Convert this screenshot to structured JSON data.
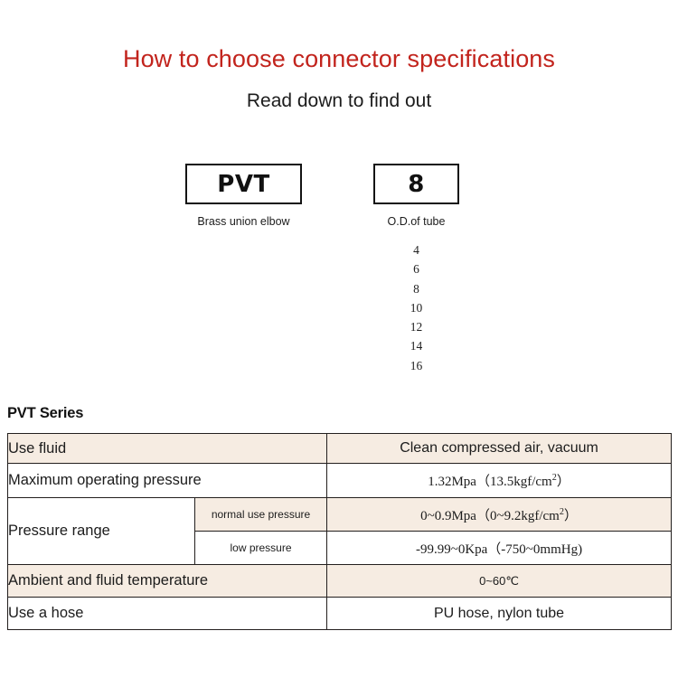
{
  "header": {
    "title": "How to choose connector specifications",
    "subtitle": "Read down to find out",
    "title_color": "#c2241d"
  },
  "selector": {
    "series": {
      "code": "PVT",
      "caption": "Brass union elbow"
    },
    "size": {
      "code": "8",
      "caption": "O.D.of tube",
      "options": [
        "4",
        "6",
        "8",
        "10",
        "12",
        "14",
        "16"
      ]
    }
  },
  "spec": {
    "heading": "PVT Series",
    "tint_color": "#f6ece2",
    "rows": [
      {
        "label": "Use fluid",
        "value": "Clean compressed air, vacuum"
      },
      {
        "label": "Maximum operating pressure",
        "value_prefix": "1.32Mpa（13.5kgf/cm",
        "value_sup": "2",
        "value_suffix": "）"
      },
      {
        "label": "Pressure range",
        "sub_rows": [
          {
            "sublabel": "normal use pressure",
            "value_prefix": "0~0.9Mpa（0~9.2kgf/cm",
            "value_sup": "2",
            "value_suffix": "）"
          },
          {
            "sublabel": "low pressure",
            "value": "-99.99~0Kpa（-750~0mmHg)"
          }
        ]
      },
      {
        "label": "Ambient and fluid temperature",
        "value": "0~60℃"
      },
      {
        "label": "Use a hose",
        "value": "PU hose, nylon tube"
      }
    ]
  }
}
